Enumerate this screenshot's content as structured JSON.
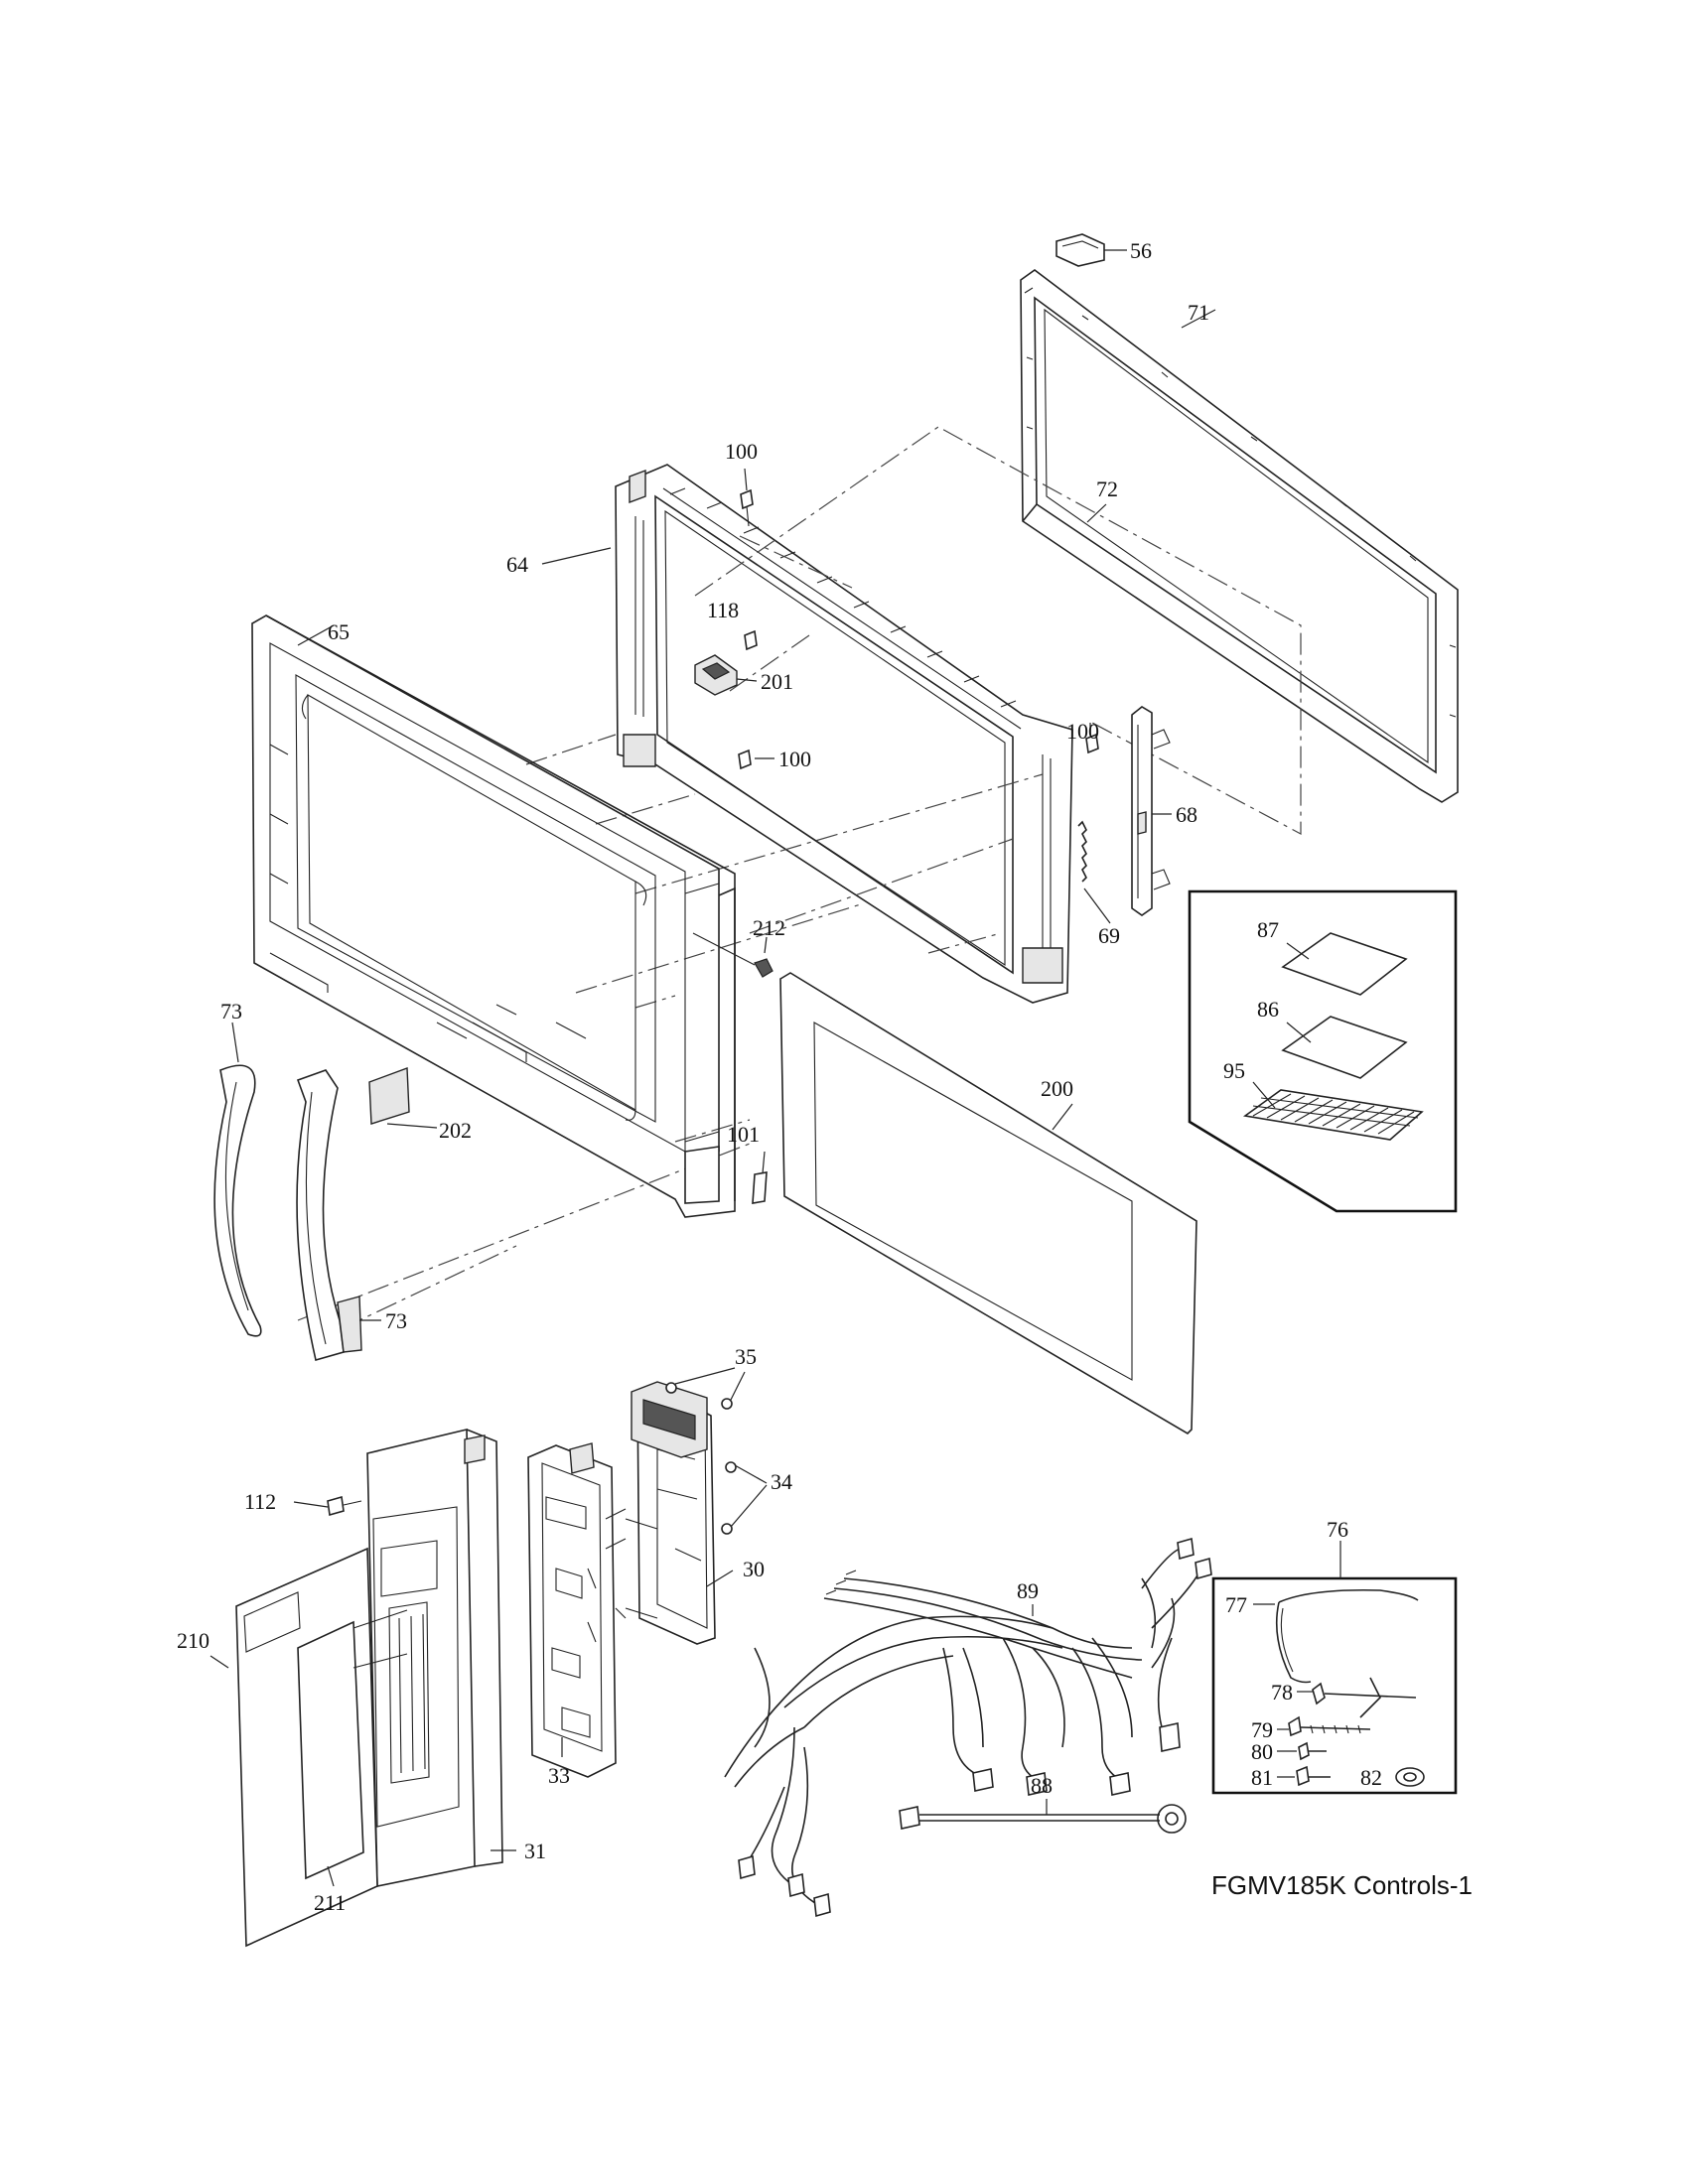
{
  "caption": "FGMV185K Controls-1",
  "callouts": {
    "c56": "56",
    "c71": "71",
    "c72": "72",
    "c100a": "100",
    "c64": "64",
    "c118": "118",
    "c201": "201",
    "c65": "65",
    "c100b": "100",
    "c100c": "100",
    "c68": "68",
    "c69": "69",
    "c212": "212",
    "c73a": "73",
    "c202": "202",
    "c101": "101",
    "c200": "200",
    "c73b": "73",
    "c87": "87",
    "c86": "86",
    "c95": "95",
    "c35": "35",
    "c34": "34",
    "c112": "112",
    "c30": "30",
    "c89": "89",
    "c76": "76",
    "c77": "77",
    "c78": "78",
    "c79": "79",
    "c80": "80",
    "c81": "81",
    "c82": "82",
    "c210": "210",
    "c33": "33",
    "c88": "88",
    "c31": "31",
    "c211": "211"
  }
}
